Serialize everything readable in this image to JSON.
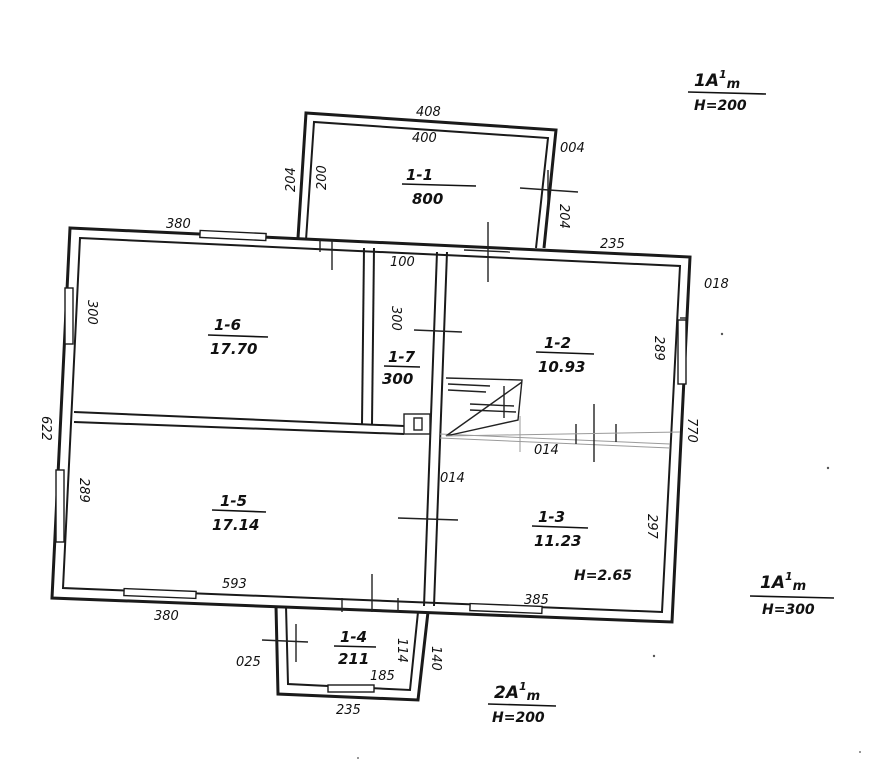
{
  "rooms": [
    {
      "id": "1-1",
      "area": "800"
    },
    {
      "id": "1-6",
      "area": "17.70"
    },
    {
      "id": "1-7",
      "area": "300"
    },
    {
      "id": "1-2",
      "area": "10.93"
    },
    {
      "id": "1-5",
      "area": "17.14"
    },
    {
      "id": "1-3",
      "area": "11.23"
    },
    {
      "id": "1-4",
      "area": "211"
    }
  ],
  "dimensions": {
    "top_outer": "408",
    "top_inner": "400",
    "annex_left_outer": "204",
    "annex_left_inner": "200",
    "annex_right_small": "004",
    "annex_right_side": "204",
    "left_top_window": "380",
    "right_top": "235",
    "right_small": "018",
    "mid_top": "100",
    "mid_height": "300",
    "left_window": "300",
    "left_height": "622",
    "left_window_lower": "289",
    "partition": "014",
    "lower_partition": "014",
    "right_window": "289",
    "right_height": "770",
    "right_lower": "297",
    "bottom_inner": "593",
    "bottom_window": "380",
    "bottom_right": "385",
    "porch_left": "025",
    "porch_inner": "185",
    "porch_right_side": "114",
    "porch_right": "140",
    "porch_bottom": "235"
  },
  "room_height": "H=2.65",
  "classes": [
    {
      "cls": "1A",
      "sup": "1",
      "sub": "m",
      "height": "H=200"
    },
    {
      "cls": "1A",
      "sup": "1",
      "sub": "m",
      "height": "H=300"
    },
    {
      "cls": "2A",
      "sup": "1",
      "sub": "m",
      "height": "H=200"
    }
  ]
}
